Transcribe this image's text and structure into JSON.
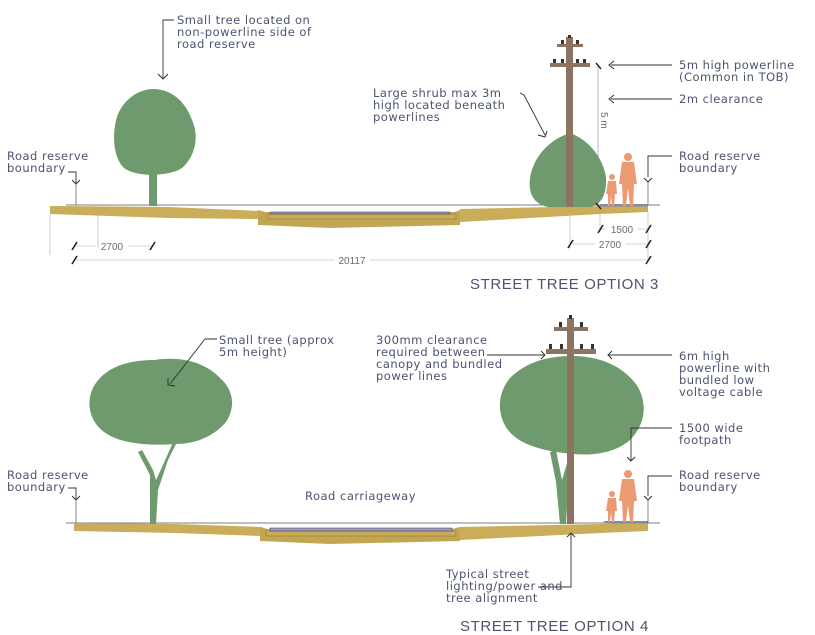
{
  "colors": {
    "tree": "#6e9a6d",
    "ground": "#c9ad58",
    "ground_dark": "#a89142",
    "road": "#a19bc4",
    "pole": "#8c7460",
    "person": "#ec9a72",
    "text": "#4d5370",
    "line": "#333333"
  },
  "option3": {
    "title": "STREET TREE OPTION 3",
    "labels": {
      "small_tree": "Small tree located on\nnon-powerline side of\nroad reserve",
      "large_shrub": "Large shrub max 3m\nhigh located beneath\npowerlines",
      "powerline": "5m high powerline\n(Common in TOB)",
      "clearance": "2m clearance",
      "boundary_left": "Road reserve\nboundary",
      "boundary_right": "Road reserve\nboundary",
      "pole_height": "5 m"
    },
    "dimensions": {
      "left_verge": "2700",
      "right_verge": "2700",
      "footpath": "1500",
      "total": "20117"
    }
  },
  "option4": {
    "title": "STREET TREE OPTION 4",
    "labels": {
      "small_tree": "Small tree (approx\n5m height)",
      "canopy_clearance": "300mm clearance\nrequired between\ncanopy and bundled\npower lines",
      "powerline": "6m high\npowerline with\nbundled low\nvoltage cable",
      "footpath": "1500 wide\nfootpath",
      "boundary_left": "Road reserve\nboundary",
      "boundary_right": "Road reserve\nboundary",
      "carriageway": "Road carriageway",
      "alignment": "Typical street\nlighting/power and\ntree alignment"
    }
  }
}
